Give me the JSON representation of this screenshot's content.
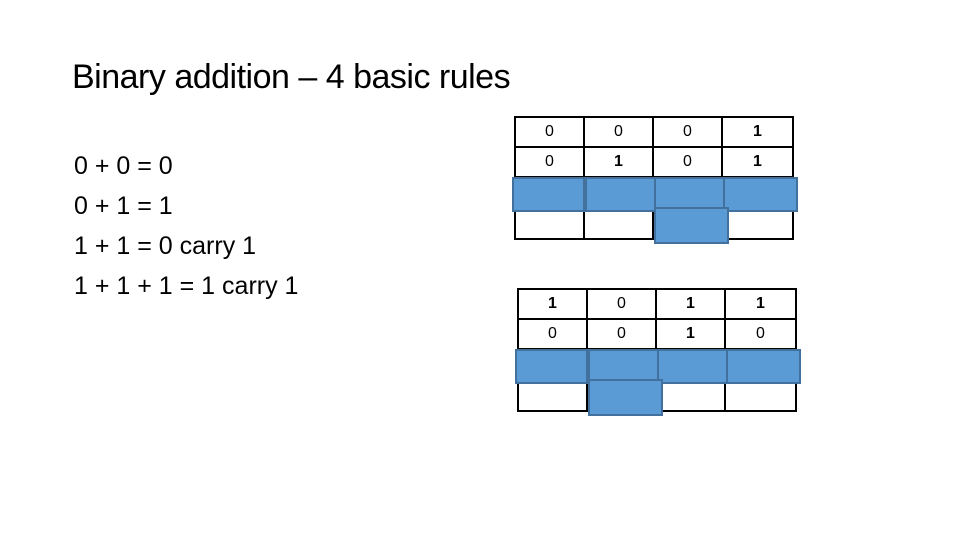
{
  "slide": {
    "title": "Binary addition – 4 basic rules",
    "rules": [
      "0 + 0 = 0",
      "0 + 1 = 1",
      "1 + 1 = 0 carry 1",
      "1 + 1 + 1 = 1 carry 1"
    ]
  },
  "colors": {
    "background": "#ffffff",
    "text": "#000000",
    "table-border": "#000000",
    "highlight-fill": "#5b9bd5",
    "highlight-border": "#41719c"
  },
  "tables": [
    {
      "name": "addition-example-1",
      "rows": [
        [
          "0",
          "0",
          "0",
          "1"
        ],
        [
          "0",
          "1",
          "0",
          "1"
        ],
        [
          "",
          "",
          "",
          ""
        ],
        [
          "",
          "",
          "",
          ""
        ]
      ],
      "highlights": [
        {
          "row": 2,
          "col": 0
        },
        {
          "row": 2,
          "col": 1
        },
        {
          "row": 2,
          "col": 2
        },
        {
          "row": 2,
          "col": 3
        },
        {
          "row": 3,
          "col": 2
        }
      ]
    },
    {
      "name": "addition-example-2",
      "rows": [
        [
          "1",
          "0",
          "1",
          "1"
        ],
        [
          "0",
          "0",
          "1",
          "0"
        ],
        [
          "",
          "",
          "",
          ""
        ],
        [
          "",
          "",
          "",
          ""
        ]
      ],
      "highlights": [
        {
          "row": 2,
          "col": 0
        },
        {
          "row": 2,
          "col": 1
        },
        {
          "row": 2,
          "col": 2
        },
        {
          "row": 2,
          "col": 3
        },
        {
          "row": 3,
          "col": 1
        }
      ]
    }
  ]
}
